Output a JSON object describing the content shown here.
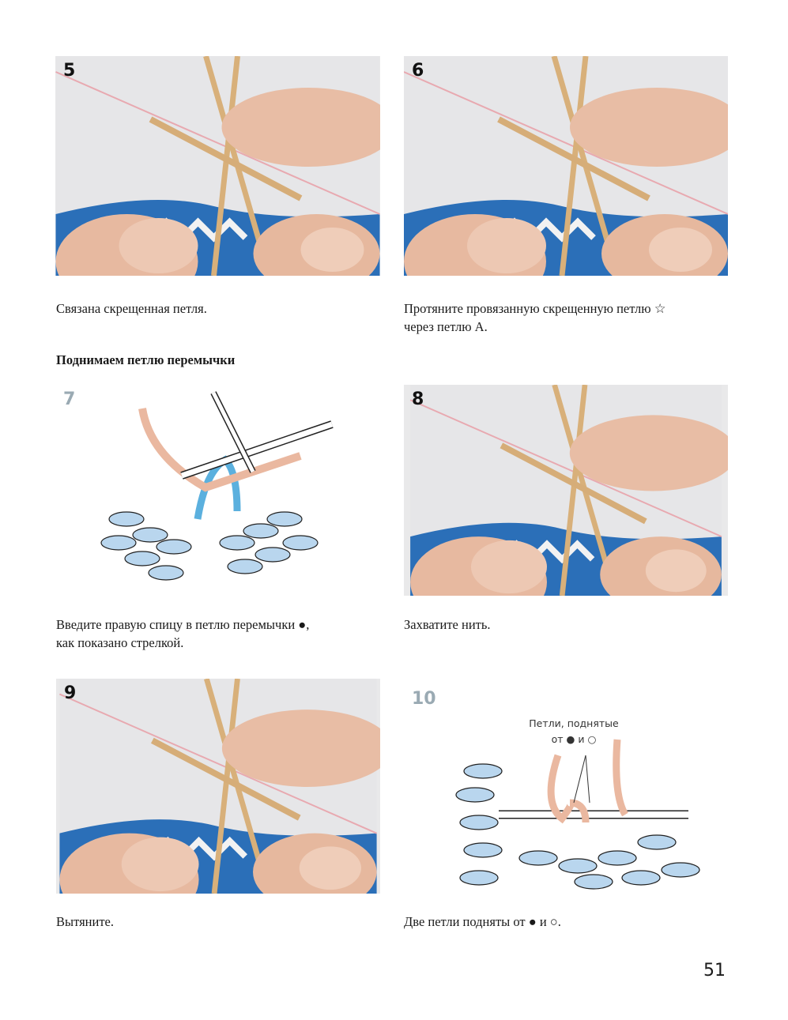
{
  "steps": [
    {
      "number": "5",
      "caption": "Связана скрещенная петля."
    },
    {
      "number": "6",
      "caption_line1": "Протяните провязанную скрещенную петлю ☆",
      "caption_line2": "через петлю А."
    },
    {
      "number": "7",
      "caption_line1": "Введите правую спицу в петлю перемычки ●,",
      "caption_line2": "как показано стрелкой."
    },
    {
      "number": "8",
      "caption": "Захватите нить."
    },
    {
      "number": "9",
      "caption": "Вытяните."
    },
    {
      "number": "10",
      "caption": "Две петли подняты от ● и ○.",
      "diagram_label_line1": "Петли, поднятые",
      "diagram_label_line2": "от ● и ○"
    }
  ],
  "section_heading": "Поднимаем петлю перемычки",
  "page_number": "51"
}
